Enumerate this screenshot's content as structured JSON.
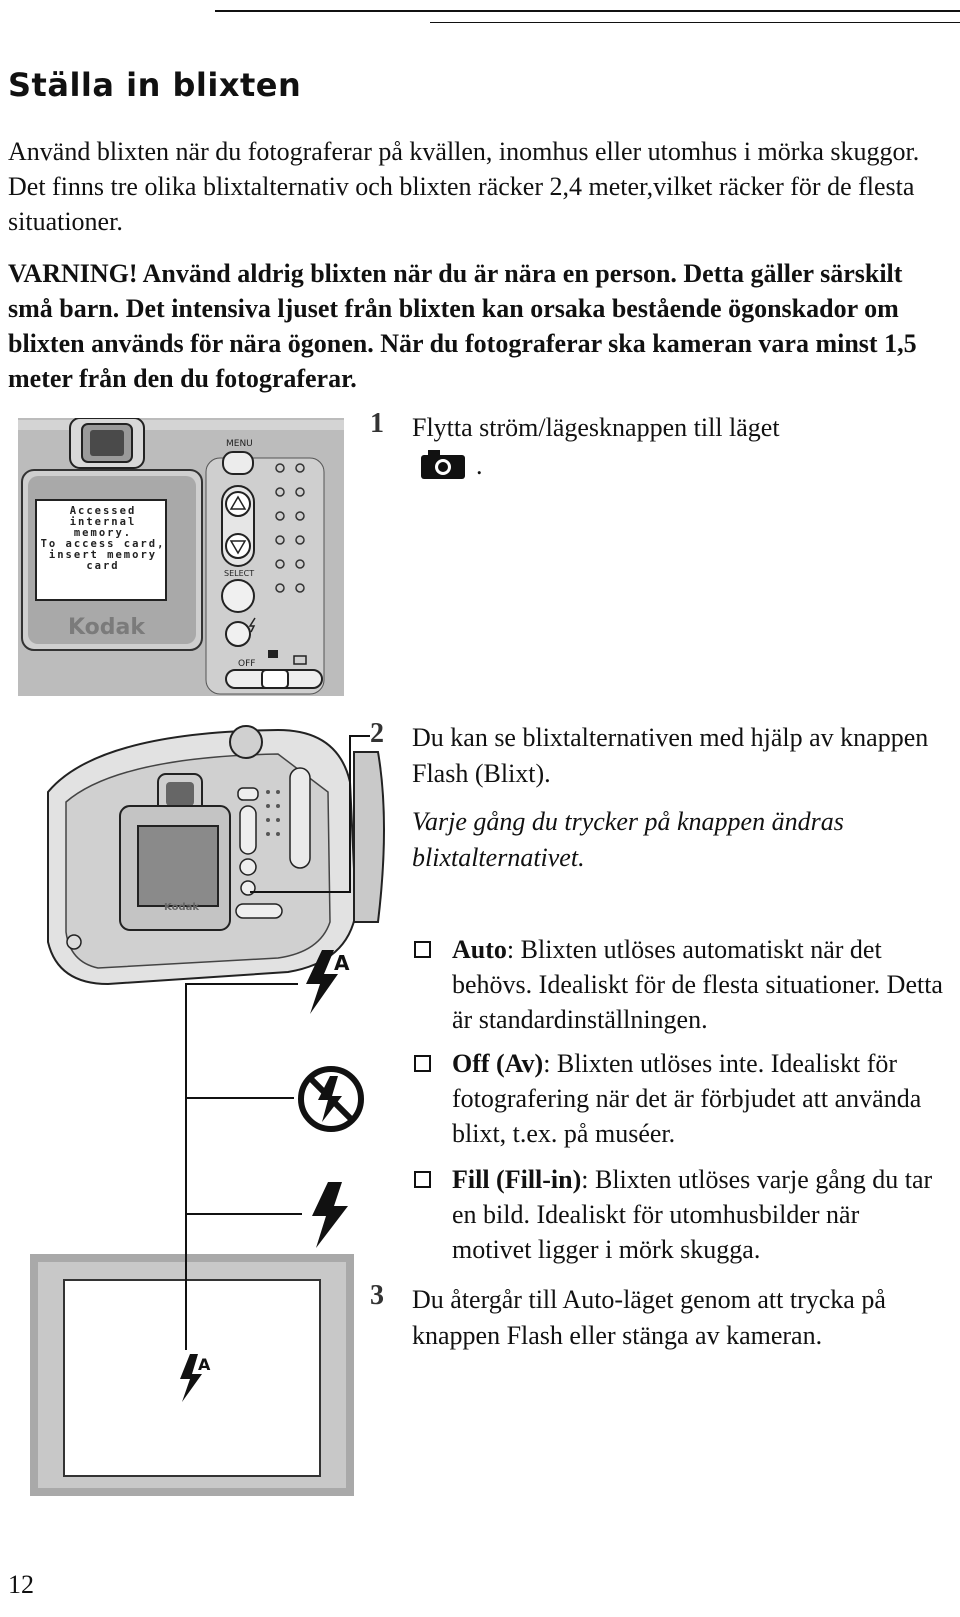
{
  "page": {
    "title": "Ställa in blixten",
    "intro": "Använd blixten när du fotograferar på kvällen, inomhus eller utomhus i mörka skuggor. Det finns tre olika blixtalternativ och blixten räcker 2,4 meter,vilket räcker för de flesta situationer.",
    "warning": "VARNING! Använd aldrig blixten när du är nära en person. Detta gäller särskilt små barn. Det intensiva ljuset från blixten kan orsaka bestående ögonskador om blixten används för nära ögonen. När du fotograferar ska kameran vara minst 1,5 meter från den du fotograferar.",
    "page_number": "12"
  },
  "steps": [
    {
      "number": "1",
      "text": "Flytta ström/lägesknappen till läget",
      "suffix": "."
    },
    {
      "number": "2",
      "text": "Du kan se blixtalternativen med hjälp av knappen Flash (Blixt).",
      "note": "Varje gång du trycker på knappen ändras blixtalternativet."
    },
    {
      "number": "3",
      "text": "Du återgår till Auto-läget genom att trycka på knappen Flash eller stänga av kameran."
    }
  ],
  "options": [
    {
      "name": "Auto",
      "text": ": Blixten utlöses automatiskt när det behövs. Idealiskt för de flesta situationer. Detta är standardinställningen."
    },
    {
      "name": "Off (Av)",
      "text": ": Blixten utlöses inte. Idealiskt för fotografering när det är förbjudet att använda blixt, t.ex. på muséer."
    },
    {
      "name": "Fill (Fill-in)",
      "text": ": Blixten utlöses varje gång du tar en bild. Idealiskt för utomhusbilder när motivet ligger i mörk skugga."
    }
  ],
  "camera_back": {
    "menu_label": "MENU",
    "select_label": "SELECT",
    "off_label": "OFF",
    "brand": "Kodak",
    "lcd_lines": [
      "Accessed",
      "internal memory.",
      "To access card,",
      "insert memory card"
    ]
  },
  "camera_front": {
    "brand": "Kodak"
  },
  "icons": {
    "flash_auto": "flash-auto-icon",
    "flash_off": "flash-off-icon",
    "flash_fill": "flash-fill-icon",
    "camera_mode": "camera-icon"
  }
}
